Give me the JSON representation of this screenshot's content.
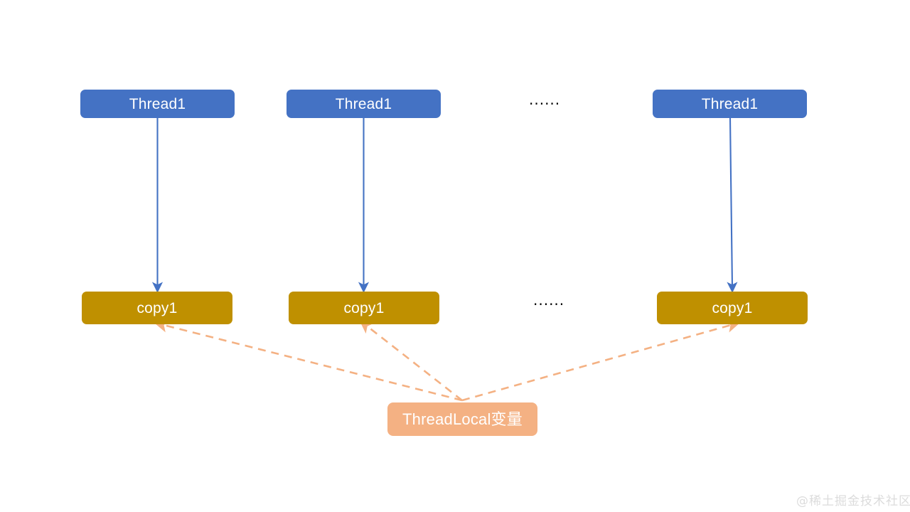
{
  "diagram": {
    "title": "ThreadLocal per-thread copy diagram",
    "colors": {
      "thread_box": "#4472C4",
      "copy_box": "#BF9000",
      "threadlocal_box": "#F4B183",
      "solid_arrow": "#4472C4",
      "dashed_arrow": "#F4B183",
      "watermark": "#DCDCDC",
      "background": "#FFFFFF"
    },
    "threads": [
      {
        "label": "Thread1"
      },
      {
        "label": "Thread1"
      },
      {
        "label": "Thread1"
      }
    ],
    "copies": [
      {
        "label": "copy1"
      },
      {
        "label": "copy1"
      },
      {
        "label": "copy1"
      }
    ],
    "threadlocal": {
      "label": "ThreadLocal变量"
    },
    "ellipsis": {
      "top": "······",
      "bottom": "······"
    },
    "watermark": "@稀土掘金技术社区"
  }
}
